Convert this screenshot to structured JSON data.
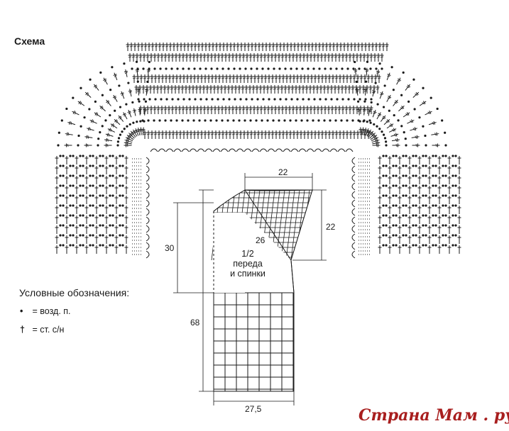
{
  "title": "Схема",
  "legend": {
    "heading": "Условные обозначения:",
    "items": [
      {
        "symbol": "•",
        "text": "= возд. п."
      },
      {
        "symbol": "†",
        "text": "= ст. с/н"
      }
    ]
  },
  "piece": {
    "label_line1": "1/2",
    "label_line2": "переда",
    "label_line3": "и спинки"
  },
  "dimensions": {
    "top_width": "22",
    "sleeve_height": "22",
    "diagonal": "26",
    "armhole_height": "30",
    "total_height": "68",
    "bottom_width": "27,5"
  },
  "watermark": "Страна Мам . ру",
  "colors": {
    "ink": "#1a1a1a",
    "watermark": "#a81e1e"
  }
}
